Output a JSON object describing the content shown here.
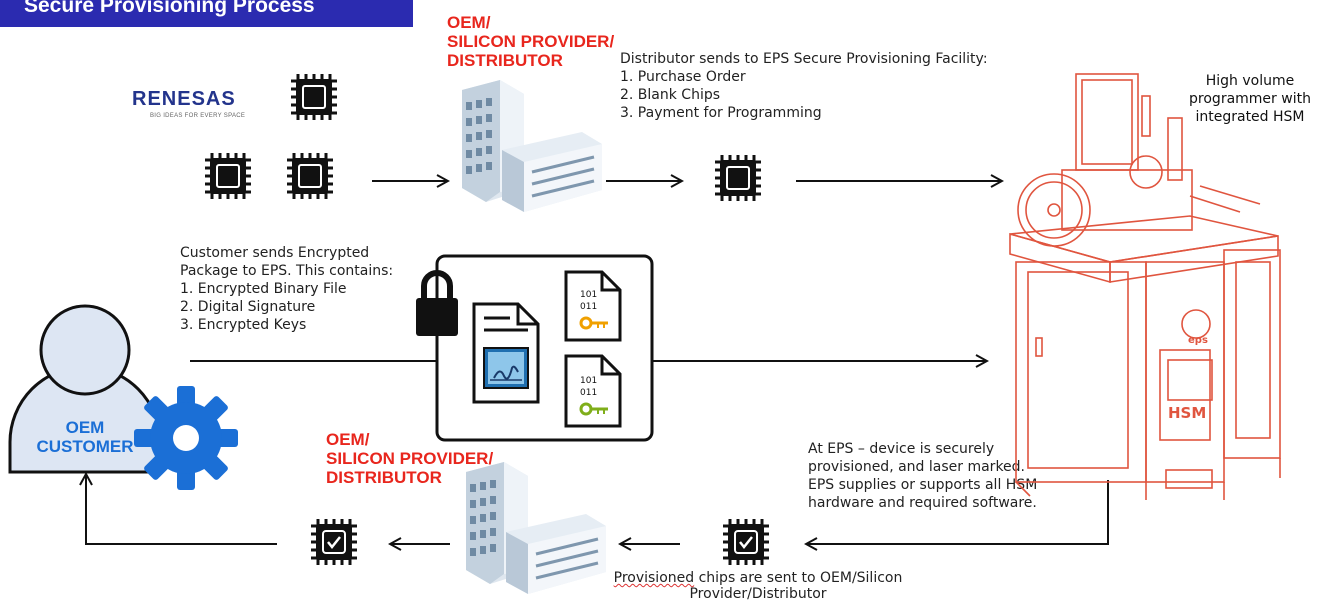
{
  "title": "Secure Provisioning Process",
  "logo": {
    "name": "RENESAS",
    "tagline": "BIG IDEAS FOR EVERY SPACE"
  },
  "oem_top_label": [
    "OEM/",
    "SILICON PROVIDER/",
    "DISTRIBUTOR"
  ],
  "oem_bottom_label": [
    "OEM/",
    "SILICON PROVIDER/",
    "DISTRIBUTOR"
  ],
  "distributor_text": {
    "heading": "Distributor sends to EPS Secure Provisioning Facility:",
    "items": [
      "1.  Purchase Order",
      "2.  Blank Chips",
      "3.  Payment for Programming"
    ]
  },
  "machine_caption": [
    "High volume",
    "programmer with",
    "integrated HSM"
  ],
  "customer_text": {
    "lines": [
      "Customer sends Encrypted",
      "Package to EPS. This contains:",
      "1. Encrypted Binary File",
      "2. Digital Signature",
      "3. Encrypted Keys"
    ]
  },
  "file_icon_text": {
    "line1": "101",
    "line2": "011"
  },
  "eps_text": [
    "At EPS – device is securely",
    "provisioned, and laser marked.",
    "EPS supplies or supports all HSM",
    "hardware and required software."
  ],
  "provisioned_text": {
    "word": "Provisioned",
    "rest": " chips are sent to OEM/Silicon",
    "line2": "Provider/Distributor"
  },
  "customer_label": [
    "OEM",
    "CUSTOMER"
  ],
  "machine_labels": {
    "eps": "eps",
    "hsm": "HSM"
  },
  "colors": {
    "banner": "#2b2bb0",
    "red": "#e8261d",
    "blue": "#1b6fd6",
    "machine": "#e0553f"
  }
}
